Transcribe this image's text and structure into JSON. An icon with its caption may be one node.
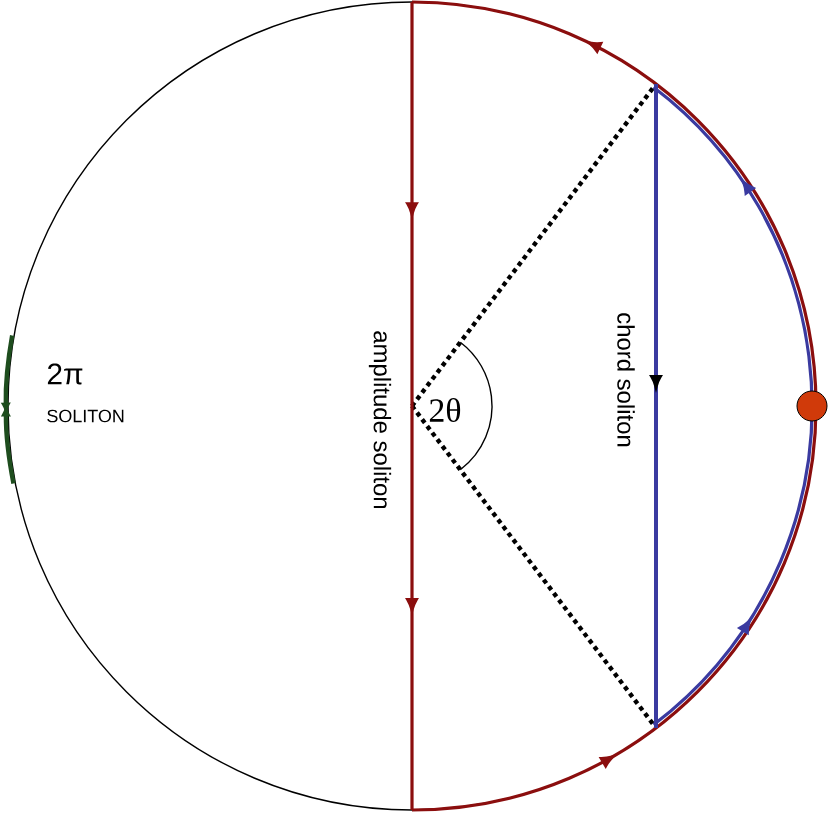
{
  "diagram": {
    "labels": [
      "2π",
      "SOLITON",
      "amplitude soliton",
      "2θ",
      "chord soliton"
    ]
  }
}
